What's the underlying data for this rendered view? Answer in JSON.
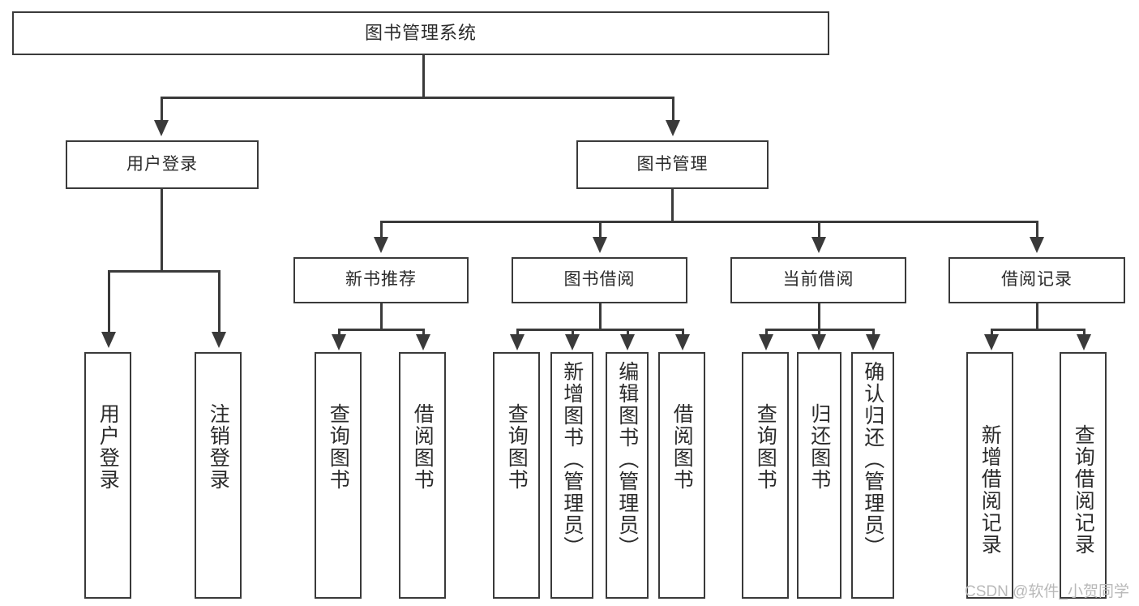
{
  "diagram": {
    "type": "tree-hierarchy-chart",
    "title": "图书管理系统",
    "orientation": "top-down",
    "colors": {
      "box_border": "#3a3a3a",
      "box_fill": "#ffffff",
      "connector": "#3a3a3a",
      "text": "#2b2b2b",
      "watermark": "#b9b9b9",
      "background": "#ffffff"
    },
    "nodes": {
      "root": {
        "label": "图书管理系统"
      },
      "level2": [
        {
          "id": "user-login",
          "label": "用户登录"
        },
        {
          "id": "book-manage",
          "label": "图书管理"
        }
      ],
      "level3": [
        {
          "id": "new-book-recommend",
          "label": "新书推荐"
        },
        {
          "id": "book-borrow",
          "label": "图书借阅"
        },
        {
          "id": "current-borrow",
          "label": "当前借阅"
        },
        {
          "id": "borrow-record",
          "label": "借阅记录"
        }
      ],
      "leaves": [
        {
          "id": "leaf-user-login",
          "label": "用户登录",
          "parent": "user-login"
        },
        {
          "id": "leaf-user-logout",
          "label": "注销登录",
          "parent": "user-login"
        },
        {
          "id": "leaf-query-book-1",
          "label": "查询图书",
          "parent": "new-book-recommend"
        },
        {
          "id": "leaf-borrow-book-1",
          "label": "借阅图书",
          "parent": "new-book-recommend"
        },
        {
          "id": "leaf-query-book-2",
          "label": "查询图书",
          "parent": "book-borrow"
        },
        {
          "id": "leaf-add-book",
          "label": "新增图书（管理员）",
          "parent": "book-borrow"
        },
        {
          "id": "leaf-edit-book",
          "label": "编辑图书（管理员）",
          "parent": "book-borrow"
        },
        {
          "id": "leaf-borrow-book-2",
          "label": "借阅图书",
          "parent": "book-borrow"
        },
        {
          "id": "leaf-query-book-3",
          "label": "查询图书",
          "parent": "current-borrow"
        },
        {
          "id": "leaf-return-book",
          "label": "归还图书",
          "parent": "current-borrow"
        },
        {
          "id": "leaf-confirm-return",
          "label": "确认归还（管理员）",
          "parent": "current-borrow"
        },
        {
          "id": "leaf-add-record",
          "label": "新增借阅记录",
          "parent": "borrow-record"
        },
        {
          "id": "leaf-query-record",
          "label": "查询借阅记录",
          "parent": "borrow-record"
        }
      ]
    }
  },
  "watermark": {
    "text": "CSDN @软件_小贺同学"
  }
}
